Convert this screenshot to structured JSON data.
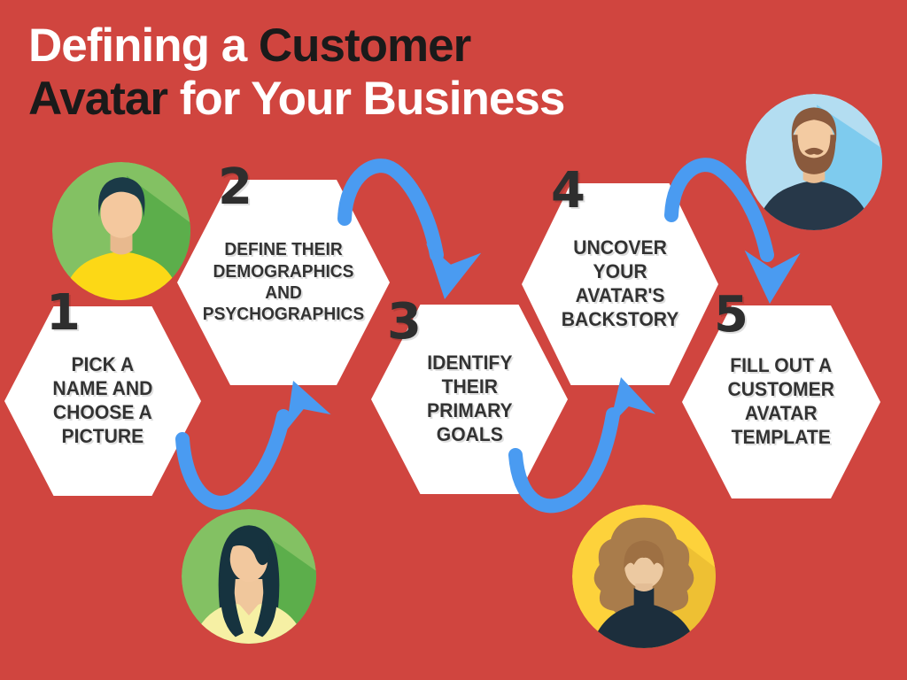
{
  "palette": {
    "background": "#d0453f",
    "hexagon": "#ffffff",
    "arrow": "#4a9bf1",
    "title_white": "#ffffff",
    "title_dark": "#1a1a1a",
    "step_text": "#333333",
    "number": "#2e2e2e"
  },
  "title": {
    "line1_white": "Defining a ",
    "line1_dark": "Customer",
    "line2_dark": "Avatar",
    "line2_white": " for Your Business"
  },
  "steps": [
    {
      "number": "1",
      "lines": [
        "PICK A",
        "NAME AND",
        "CHOOSE A",
        "PICTURE"
      ]
    },
    {
      "number": "2",
      "lines": [
        "DEFINE THEIR",
        "DEMOGRAPHICS",
        "AND",
        "PSYCHOGRAPHICS"
      ]
    },
    {
      "number": "3",
      "lines": [
        "IDENTIFY",
        "THEIR",
        "PRIMARY",
        "GOALS"
      ]
    },
    {
      "number": "4",
      "lines": [
        "UNCOVER",
        "YOUR",
        "AVATAR'S",
        "BACKSTORY"
      ]
    },
    {
      "number": "5",
      "lines": [
        "FILL OUT A",
        "CUSTOMER",
        "AVATAR",
        "TEMPLATE"
      ]
    }
  ],
  "avatars": [
    {
      "id": "young-man-green-circle"
    },
    {
      "id": "long-hair-woman-green-circle"
    },
    {
      "id": "curly-hair-woman-yellow-circle"
    },
    {
      "id": "bearded-man-blue-circle"
    }
  ]
}
